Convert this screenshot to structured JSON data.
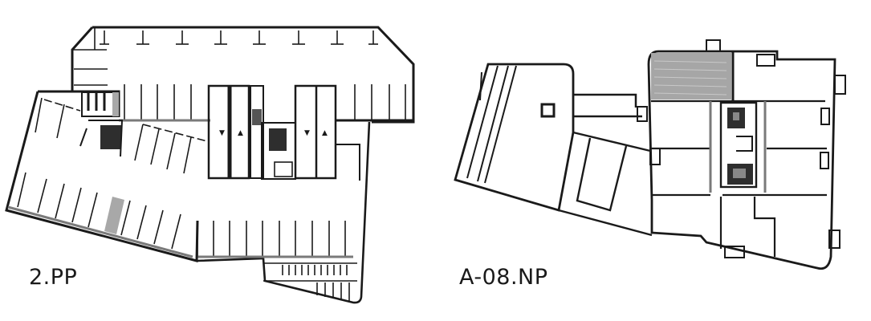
{
  "figure": {
    "type": "architectural-floor-plans",
    "plans": [
      {
        "id": "parking-level",
        "label": "2.PP",
        "description": "Underground parking level with angled and perpendicular parking stalls, two ramps, stair cores",
        "accessible_stall_color": "#a8a8a8"
      },
      {
        "id": "residential-level",
        "label": "A-08.NP",
        "description": "Upper residential floor with apartment units, central core with stairs, terrace hatched area",
        "hatched_area_color": "#a6a6a6"
      }
    ],
    "colors": {
      "line": "#1a1a1a",
      "wall_gray": "#7a7a7a",
      "fill_gray": "#a8a8a8",
      "background": "#ffffff"
    }
  }
}
